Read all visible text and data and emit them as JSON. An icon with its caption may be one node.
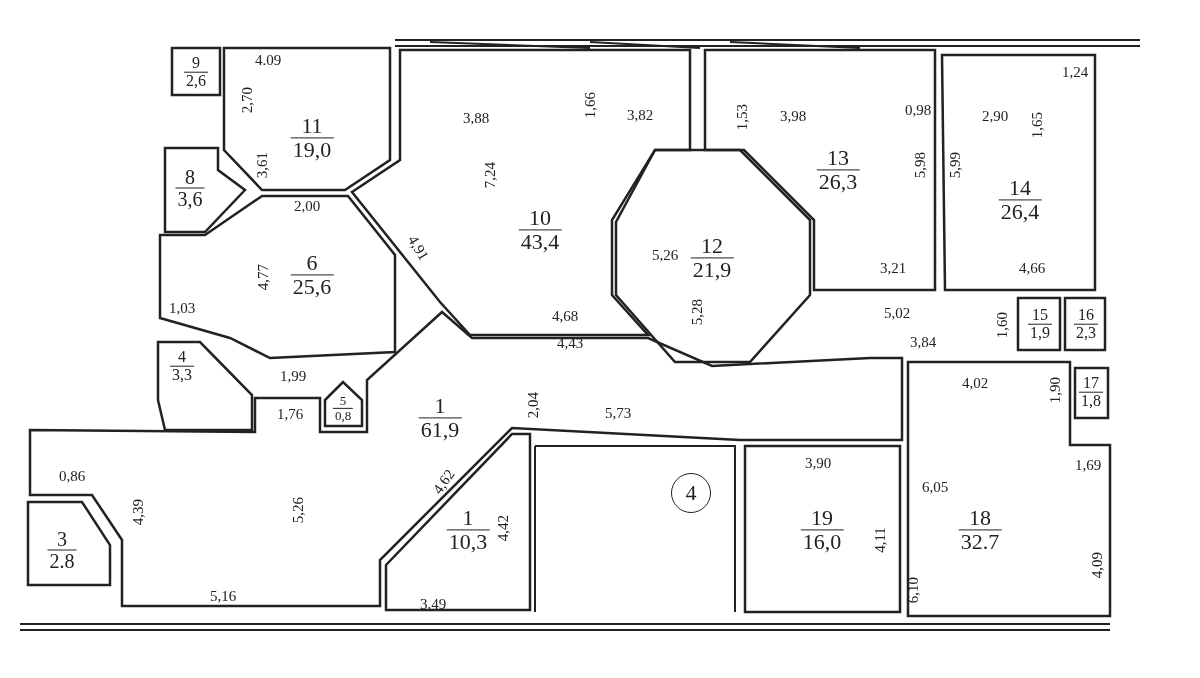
{
  "diagram": {
    "nodes": [
      {
        "text": [
          "9",
          "2,6"
        ]
      },
      {
        "text": [
          "11",
          "19,0"
        ]
      },
      {
        "text": [
          "10",
          "43,4"
        ]
      },
      {
        "text": [
          "12",
          "21,9"
        ]
      },
      {
        "text": [
          "13",
          "26,3"
        ]
      },
      {
        "text": [
          "14",
          "26,4"
        ]
      },
      {
        "text": [
          "8",
          "3,6"
        ]
      },
      {
        "text": [
          "6",
          "25,6"
        ]
      },
      {
        "text": [
          "15",
          "1,9"
        ]
      },
      {
        "text": [
          "16",
          "2,3"
        ]
      },
      {
        "text": [
          "4",
          "3,3"
        ]
      },
      {
        "text": [
          "5",
          "0,8"
        ]
      },
      {
        "text": [
          "1",
          "61,9"
        ]
      },
      {
        "text": [
          "17",
          "1,8"
        ]
      },
      {
        "text": [
          "3",
          "2.8"
        ]
      },
      {
        "text": [
          "1",
          "10,3"
        ]
      },
      {
        "text": [
          "4"
        ]
      },
      {
        "text": [
          "19",
          "16,0"
        ]
      },
      {
        "text": [
          "18",
          "32.7"
        ]
      }
    ],
    "labels": [
      "4.09",
      "1,24",
      "2,70",
      "3,88",
      "1,66",
      "3,82",
      "1,53",
      "3,98",
      "0,98",
      "2,90",
      "1,65",
      "3,61",
      "7,24",
      "5,98",
      "5,99",
      "2,00",
      "4,91",
      "5,26",
      "5,28",
      "3,21",
      "4,66",
      "1,03",
      "4,77",
      "4,68",
      "5,02",
      "1,60",
      "4,43",
      "3,84",
      "1,99",
      "4,02",
      "1,76",
      "2,04",
      "5,73",
      "1,90",
      "0,86",
      "3,90",
      "6,05",
      "1,69",
      "4,62",
      "4,39",
      "5,26",
      "4,42",
      "4,11",
      "4,09",
      "6,10",
      "5,16",
      "3,49"
    ]
  }
}
